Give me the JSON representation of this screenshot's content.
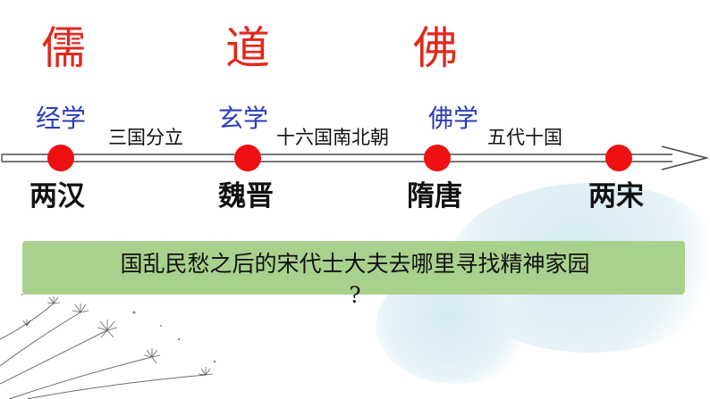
{
  "headings": [
    "儒",
    "道",
    "佛"
  ],
  "schools": [
    "经学",
    "玄学",
    "佛学"
  ],
  "periods": [
    "三国分立",
    "十六国南北朝",
    "五代十国"
  ],
  "eras": [
    "两汉",
    "魏晋",
    "隋唐",
    "两宋"
  ],
  "question": {
    "line1": "国乱民愁之后的宋代士大夫去哪里寻找精神家园",
    "line2": "?"
  },
  "colors": {
    "heading": "#e1291c",
    "school": "#2b3db8",
    "node": "#ee1111",
    "question_box": "#a9d18e"
  }
}
